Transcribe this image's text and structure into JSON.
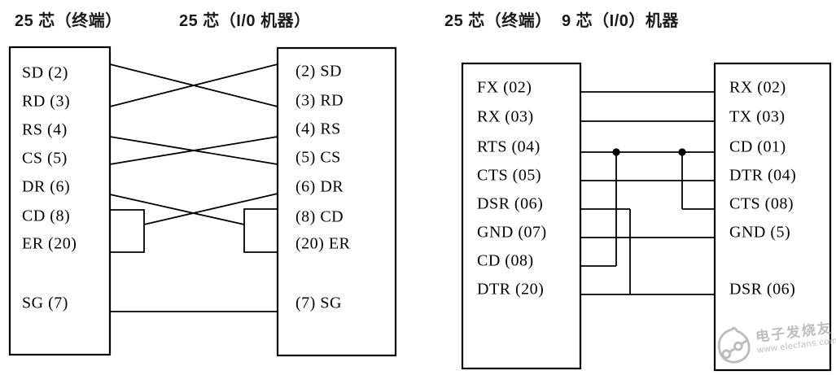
{
  "headers": {
    "d1_left": "25 芯（终端）",
    "d1_right": "25 芯（I/0 机器）",
    "d2_left": "25 芯（终端）",
    "d2_right": "9 芯（I/0）机器"
  },
  "diagram1": {
    "left_box_pins": [
      "SD (2)",
      "RD (3)",
      "RS (4)",
      "CS (5)",
      "DR (6)",
      "CD (8)",
      "ER (20)",
      "SG (7)"
    ],
    "right_box_pins": [
      "(2) SD",
      "(3) RD",
      "(4) RS",
      "(5) CS",
      "(6) DR",
      "(8) CD",
      "(20) ER",
      "(7) SG"
    ],
    "connections": [
      "SD(2) x RD(3) crossed",
      "RD(3) x SD(2) crossed",
      "RS(4) x CS(5) crossed",
      "CS(5) x RS(4) crossed",
      "DR(6) to CD(8)+ER(20) jumper on right side",
      "CD(8)+ER(20) jumper on left side to DR(6)",
      "SG(7) straight to SG(7)"
    ]
  },
  "diagram2": {
    "left_box_pins": [
      "FX (02)",
      "RX (03)",
      "RTS (04)",
      "CTS (05)",
      "DSR (06)",
      "GND (07)",
      "CD (08)",
      "DTR (20)"
    ],
    "right_box_pins": [
      "RX (02)",
      "TX (03)",
      "CD (01)",
      "DTR (04)",
      "CTS (08)",
      "GND (5)",
      "DSR (06)"
    ],
    "connections": [
      "FX(02) straight to RX(02)",
      "RX(03) straight to TX(03)",
      "RTS(04) to CD(01), with taps down to CD(08) left and CTS(08) right",
      "CTS(05) straight to DTR(04)",
      "DSR(06) joined down to DTR(20) line",
      "GND(07) straight to GND(5)",
      "DTR(20) to DSR(06)"
    ]
  },
  "watermark": {
    "brand": "电子发烧友",
    "url": "www.elecfans.com"
  },
  "colors": {
    "wire": "#000000",
    "background": "#ffffff",
    "watermark": "#b0b3b6"
  }
}
